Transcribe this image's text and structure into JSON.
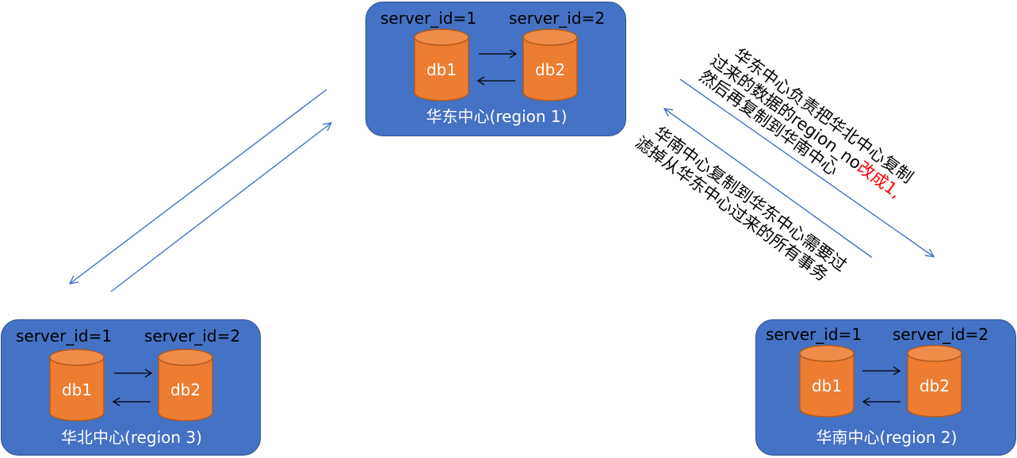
{
  "regions": {
    "east": {
      "label": "华东中心(region 1)",
      "server1": "server_id=1",
      "server2": "server_id=2",
      "db1": "db1",
      "db2": "db2"
    },
    "north": {
      "label": "华北中心(region 3)",
      "server1": "server_id=1",
      "server2": "server_id=2",
      "db1": "db1",
      "db2": "db2"
    },
    "south": {
      "label": "华南中心(region 2)",
      "server1": "server_id=1",
      "server2": "server_id=2",
      "db1": "db1",
      "db2": "db2"
    }
  },
  "notes": {
    "east_to_south": {
      "line1": "华东中心负责把华北中心复制",
      "line2_a": "过来的数据的region_no",
      "line2_b": "改成1,",
      "line3": "然后再复制到华南中心"
    },
    "south_to_east": {
      "line1": "华南中心复制到华东中心需要过",
      "line2": "滤掉从华东中心过来的所有事务"
    }
  },
  "colors": {
    "region_fill": "#4472c4",
    "db_fill": "#ed7d31",
    "arrow": "#4472c4",
    "highlight": "#ff0000"
  }
}
